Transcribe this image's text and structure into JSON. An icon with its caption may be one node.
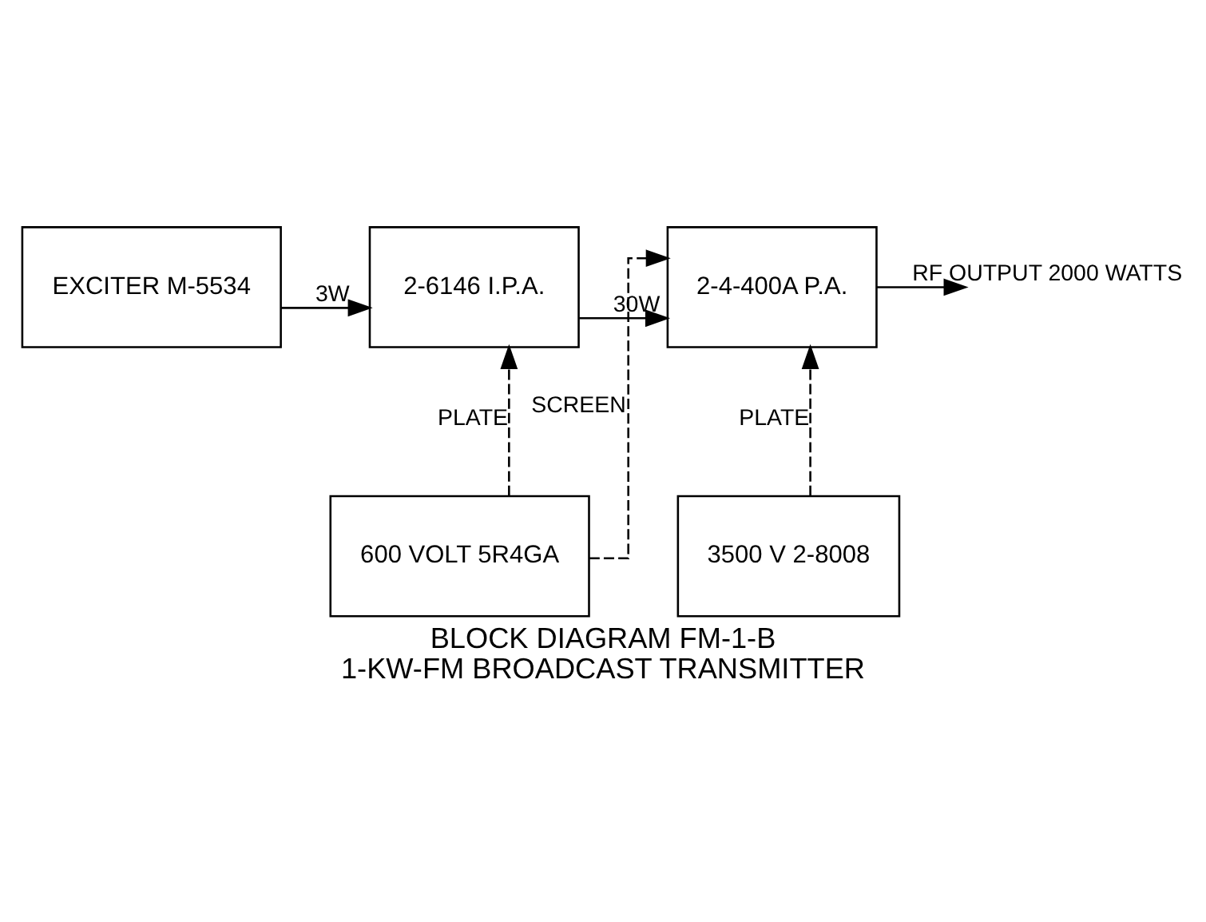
{
  "diagram": {
    "title": "BLOCK DIAGRAM FM-1-B",
    "caption": "1-KW-FM BROADCAST TRANSMITTER",
    "nodes": [
      {
        "text": [
          "EXCITER M-5534"
        ]
      },
      {
        "text": [
          "2-6146 I.P.A."
        ]
      },
      {
        "text": [
          "2-4-400A P.A."
        ]
      },
      {
        "text": [
          "600 VOLT 5R4GA"
        ]
      },
      {
        "text": [
          "3500 V 2-8008"
        ]
      }
    ],
    "edges": [
      {
        "from": 0,
        "to": 1,
        "arrow": "to",
        "label": "3W"
      },
      {
        "from": 1,
        "to": 2,
        "arrow": "to",
        "label": "30W"
      },
      {
        "from": 2,
        "to": null,
        "arrow": "to",
        "label": "RF OUTPUT 2000 WATTS"
      },
      {
        "from": 3,
        "to": 1,
        "arrow": "to",
        "label": "PLATE",
        "style": "dashed"
      },
      {
        "from": 3,
        "to": 2,
        "arrow": "to",
        "label": "SCREEN",
        "style": "dashed"
      },
      {
        "from": 4,
        "to": 2,
        "arrow": "to",
        "label": "PLATE",
        "style": "dashed"
      }
    ]
  }
}
